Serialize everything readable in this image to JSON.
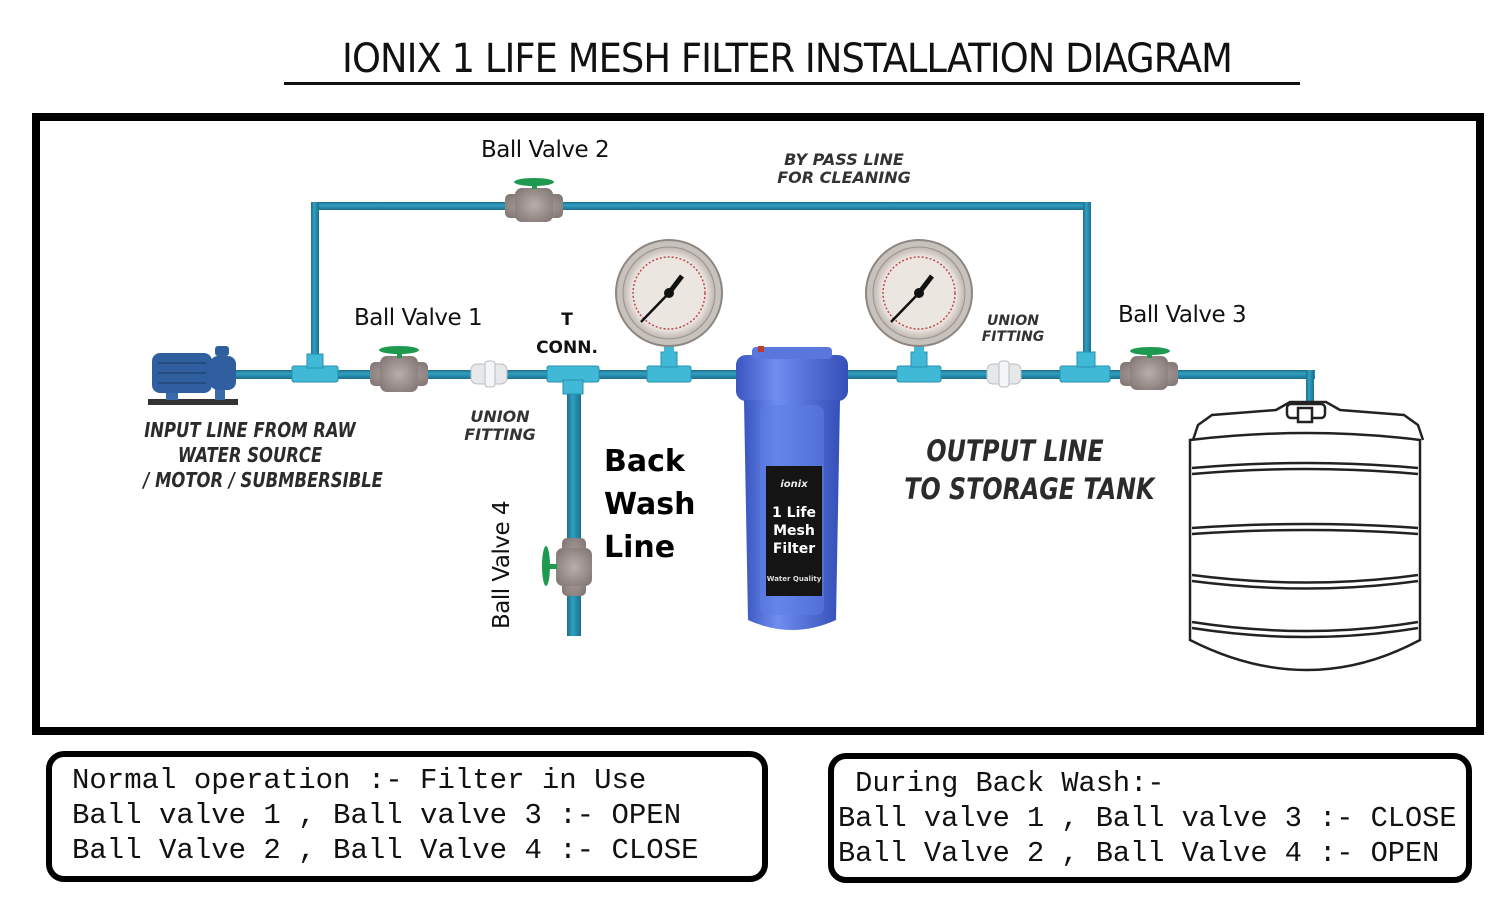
{
  "title": "IONIX 1 LIFE MESH FILTER INSTALLATION DIAGRAM",
  "labels": {
    "ball_valve_1": "Ball Valve 1",
    "ball_valve_2": "Ball Valve 2",
    "ball_valve_3": "Ball Valve 3",
    "ball_valve_4": "Ball Valve 4",
    "bypass_line": [
      "BY PASS LINE",
      "FOR CLEANING"
    ],
    "t_conn": [
      "T",
      "CONN."
    ],
    "union_fitting_left": [
      "UNION",
      "FITTING"
    ],
    "union_fitting_right": [
      "UNION",
      "FITTING"
    ],
    "input_line": [
      "INPUT LINE FROM RAW",
      "WATER SOURCE",
      "/ MOTOR / SUBMBERSIBLE"
    ],
    "output_line": [
      "OUTPUT LINE",
      "TO STORAGE TANK"
    ],
    "back_wash_line": [
      "Back",
      "Wash",
      "Line"
    ]
  },
  "filter": {
    "brand": "ionix",
    "name_lines": [
      "1 Life",
      "Mesh",
      "Filter"
    ],
    "sub_brand": "Water Quality"
  },
  "colors": {
    "pipe": "#2a8fb0",
    "pipe_dark": "#1d6f8c",
    "fitting": "#3fb9d6",
    "valve_body": "#9a8f8c",
    "valve_handle": "#1e9a50",
    "filter_housing": "#4f6fd8",
    "pump": "#2f5f9e"
  },
  "notes": [
    {
      "lines": [
        "Normal operation :- Filter in Use",
        "Ball valve 1 , Ball valve 3 :- OPEN",
        "Ball Valve 2 , Ball Valve 4 :- CLOSE"
      ]
    },
    {
      "lines": [
        " During Back Wash:-",
        "Ball valve 1 , Ball valve 3 :- CLOSE",
        "Ball Valve 2 , Ball Valve 4 :- OPEN"
      ]
    }
  ]
}
